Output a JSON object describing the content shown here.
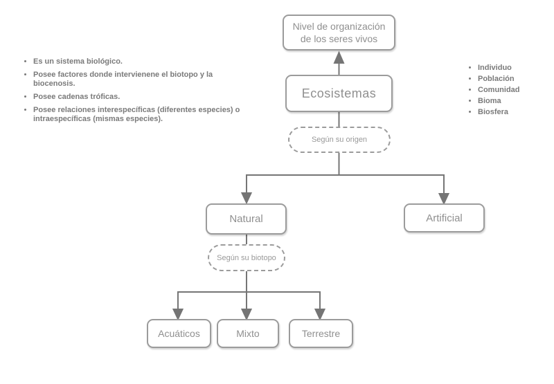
{
  "colors": {
    "background": "#ffffff",
    "node_border": "#9b9b9b",
    "node_text": "#8f8f8f",
    "connector": "#757575",
    "notes_text": "#7a7a7a"
  },
  "nodes": {
    "top": {
      "label": "Nivel de organización de los seres vivos"
    },
    "ecosistemas": {
      "label": "Ecosistemas"
    },
    "origen": {
      "label": "Según su origen"
    },
    "natural": {
      "label": "Natural"
    },
    "artificial": {
      "label": "Artificial"
    },
    "biotopo": {
      "label": "Según su biotopo"
    },
    "acuaticos": {
      "label": "Acuáticos"
    },
    "mixto": {
      "label": "Mixto"
    },
    "terrestre": {
      "label": "Terrestre"
    }
  },
  "left_notes": {
    "items": [
      "Es un sistema biológico.",
      "Posee factores donde intervienene el biotopo y la biocenosis.",
      "Posee cadenas tróficas.",
      "Posee relaciones interespecíficas (diferentes especies) o intraespecíficas (mismas especies)."
    ]
  },
  "right_notes": {
    "items": [
      "Individuo",
      "Población",
      "Comunidad",
      "Bioma",
      "Biosfera"
    ]
  }
}
